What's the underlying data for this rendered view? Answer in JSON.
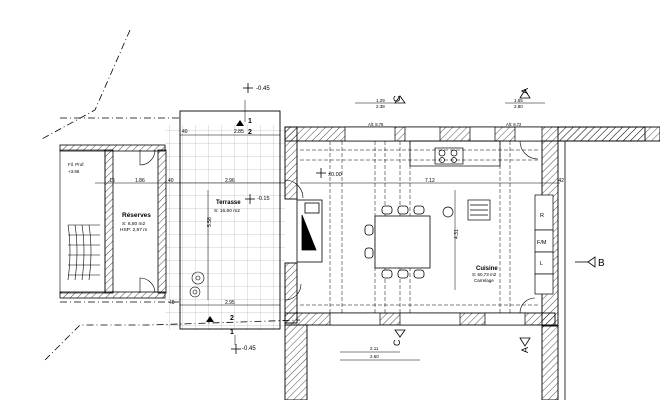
{
  "rooms": {
    "reserves": {
      "name": "Réserves",
      "surface": "S: 6,60 m2",
      "hsp": "HSP: 2,97 m"
    },
    "terrasse": {
      "name": "Terrasse",
      "surface": "S: 16,60 m2"
    },
    "cuisine": {
      "name": "Cuisine",
      "surface": "S: 60,73 m2",
      "floor": "Carrelage"
    },
    "fil": {
      "label": "Fil. Prof.",
      "value": "+3.86"
    }
  },
  "levels": {
    "top": "-0.45",
    "bottom": "-0.45",
    "terrace": "-0.15",
    "interior": "±0.00"
  },
  "sections": {
    "a": "A",
    "b": "B",
    "c": "C"
  },
  "dims": {
    "d40_top": "40",
    "d40_bot": "40",
    "d40_top2": "40",
    "d285": "2.85",
    "d295": "2.95",
    "d296": "2.96",
    "d186": "1.86",
    "d015": ".15",
    "d712": "7.12",
    "d558": "5.58",
    "d431": "4.31",
    "d042": ".42",
    "d129": "1.29",
    "d238": "2.38",
    "d211": "2.11",
    "d260": "2.60",
    "d155": "1.55",
    "d280": "2.80",
    "alt1": "Alt: 8.78",
    "alt2": "Alt: 8.72"
  },
  "appliances": {
    "r": "R",
    "fm": "F/M",
    "l": "L"
  },
  "markers": {
    "one_top": "1",
    "two_top": "2",
    "one_bot": "1",
    "two_bot": "2"
  }
}
